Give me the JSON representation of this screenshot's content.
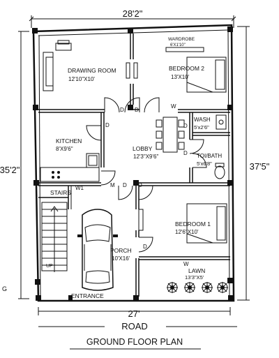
{
  "dimensions": {
    "top": "28'2\"",
    "left": "35'2\"",
    "right": "37'5\"",
    "bottom": "27'",
    "left_edge_fragment": "G"
  },
  "rooms": {
    "drawing": {
      "name": "DRAWING ROOM",
      "size": "12'10\"X10'"
    },
    "bedroom2": {
      "name": "BEDROOM 2",
      "size": "13'X10'"
    },
    "wardrobe": {
      "name": "WARDROBE",
      "size": "6'X1'10\""
    },
    "kitchen": {
      "name": "KITCHEN",
      "size": "8'X9'6\""
    },
    "lobby": {
      "name": "LOBBY",
      "size": "12'3\"X9'6\""
    },
    "wash": {
      "name": "WASH",
      "size": "5'x2'6\""
    },
    "toi": {
      "name": "TOI/BATH",
      "size": "5'x6'8\""
    },
    "bedroom1": {
      "name": "BEDROOM 1",
      "size": "12'6\"X10'"
    },
    "porch": {
      "name": "PORCH",
      "size": "10'X16'"
    },
    "lawn": {
      "name": "LAWN",
      "size": "13'3\"X5'"
    },
    "stairs": {
      "name": "STAIRS"
    }
  },
  "tags": {
    "d": "D",
    "w": "W",
    "w1": "W1",
    "m": "M",
    "up": "UP"
  },
  "labels": {
    "entrance": "ENTRANCE",
    "road": "ROAD",
    "plan_title": "GROUND FLOOR PLAN"
  }
}
